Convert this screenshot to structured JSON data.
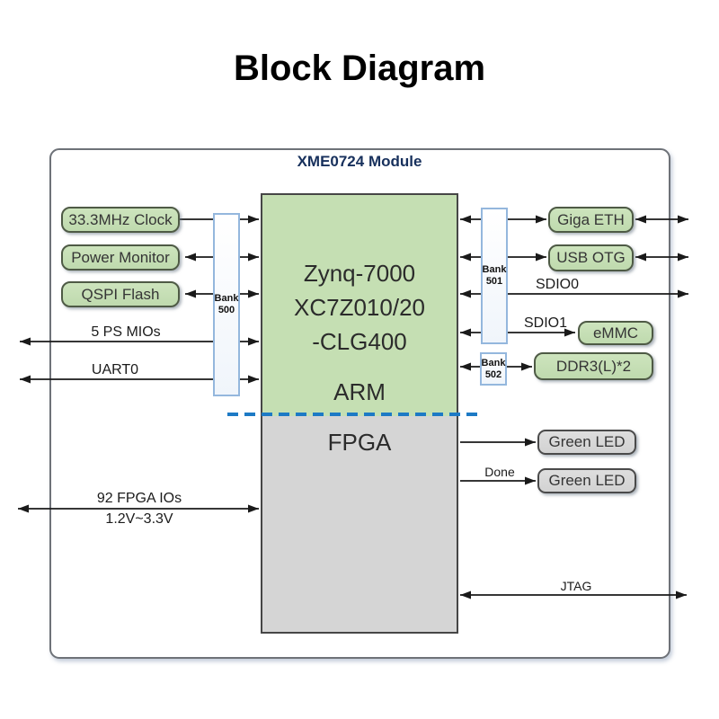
{
  "page_title": "Block Diagram",
  "module": {
    "title": "XME0724 Module",
    "soc": {
      "name_line1": "Zynq-7000",
      "name_line2": "XC7Z010/20",
      "name_line3": "-CLG400",
      "ps_label": "ARM",
      "pl_label": "FPGA"
    },
    "banks": [
      {
        "line1": "Bank",
        "line2": "500"
      },
      {
        "line1": "Bank",
        "line2": "501"
      },
      {
        "line1": "Bank",
        "line2": "502"
      }
    ],
    "left_peripherals": [
      {
        "label": "33.3MHz Clock"
      },
      {
        "label": "Power Monitor"
      },
      {
        "label": "QSPI Flash"
      }
    ],
    "right_peripherals": [
      {
        "label": "Giga ETH"
      },
      {
        "label": "USB OTG"
      },
      {
        "label": "eMMC"
      },
      {
        "label": "DDR3(L)*2"
      }
    ],
    "leds": [
      {
        "label": "Green LED"
      },
      {
        "label": "Green LED"
      }
    ],
    "signal_labels": {
      "ps_mios": "5 PS MIOs",
      "uart": "UART0",
      "sdio0": "SDIO0",
      "sdio1": "SDIO1",
      "done": "Done",
      "fpga_ios_line1": "92 FPGA IOs",
      "fpga_ios_line2": "1.2V~3.3V",
      "jtag": "JTAG"
    }
  },
  "colors": {
    "peripheral_green": "#c5dfb3",
    "led_gray": "#d9d9d9",
    "divider_blue": "#1d7ac5",
    "bank_border_blue": "#94b7dd",
    "wire_black": "#1a1a1a"
  }
}
